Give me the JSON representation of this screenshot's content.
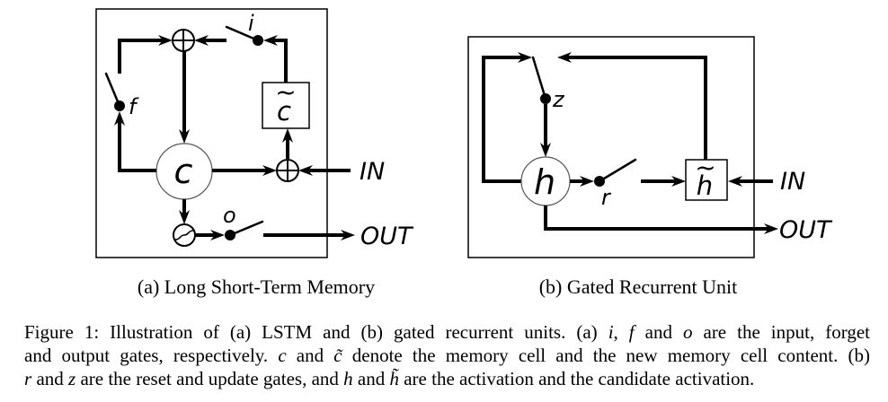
{
  "lstm": {
    "subcaption": "(a) Long Short-Term Memory",
    "cell_label": "c",
    "candidate_symbol": "c",
    "candidate_accent": "~",
    "input_gate": "i",
    "forget_gate": "f",
    "output_gate": "o",
    "input_label": "IN",
    "output_label": "OUT",
    "icons": [
      "plus-icon",
      "sigmoid-icon",
      "switch-icon"
    ]
  },
  "gru": {
    "subcaption": "(b) Gated Recurrent Unit",
    "activation_label": "h",
    "candidate_symbol": "h",
    "candidate_accent": "~",
    "update_gate": "z",
    "reset_gate": "r",
    "input_label": "IN",
    "output_label": "OUT",
    "icons": [
      "switch-icon"
    ]
  },
  "caption": {
    "lines": [
      [
        {
          "text": "Figure 1:  Illustration of (a) LSTM and (b) gated recurrent units. (a) "
        },
        {
          "math": "i"
        },
        {
          "text": ", "
        },
        {
          "math": "f"
        },
        {
          "text": " and "
        },
        {
          "math": "o"
        },
        {
          "text": " are the input, forget"
        }
      ],
      [
        {
          "text": "and output gates, respectively. "
        },
        {
          "math": "c"
        },
        {
          "text": " and "
        },
        {
          "math": "c̃"
        },
        {
          "text": " denote the memory cell and the new memory cell content. (b)"
        }
      ],
      [
        {
          "math": "r"
        },
        {
          "text": " and "
        },
        {
          "math": "z"
        },
        {
          "text": " are the reset and update gates, and "
        },
        {
          "math": "h"
        },
        {
          "text": " and "
        },
        {
          "math": "h̃"
        },
        {
          "text": " are the activation and the candidate activation."
        }
      ]
    ]
  }
}
